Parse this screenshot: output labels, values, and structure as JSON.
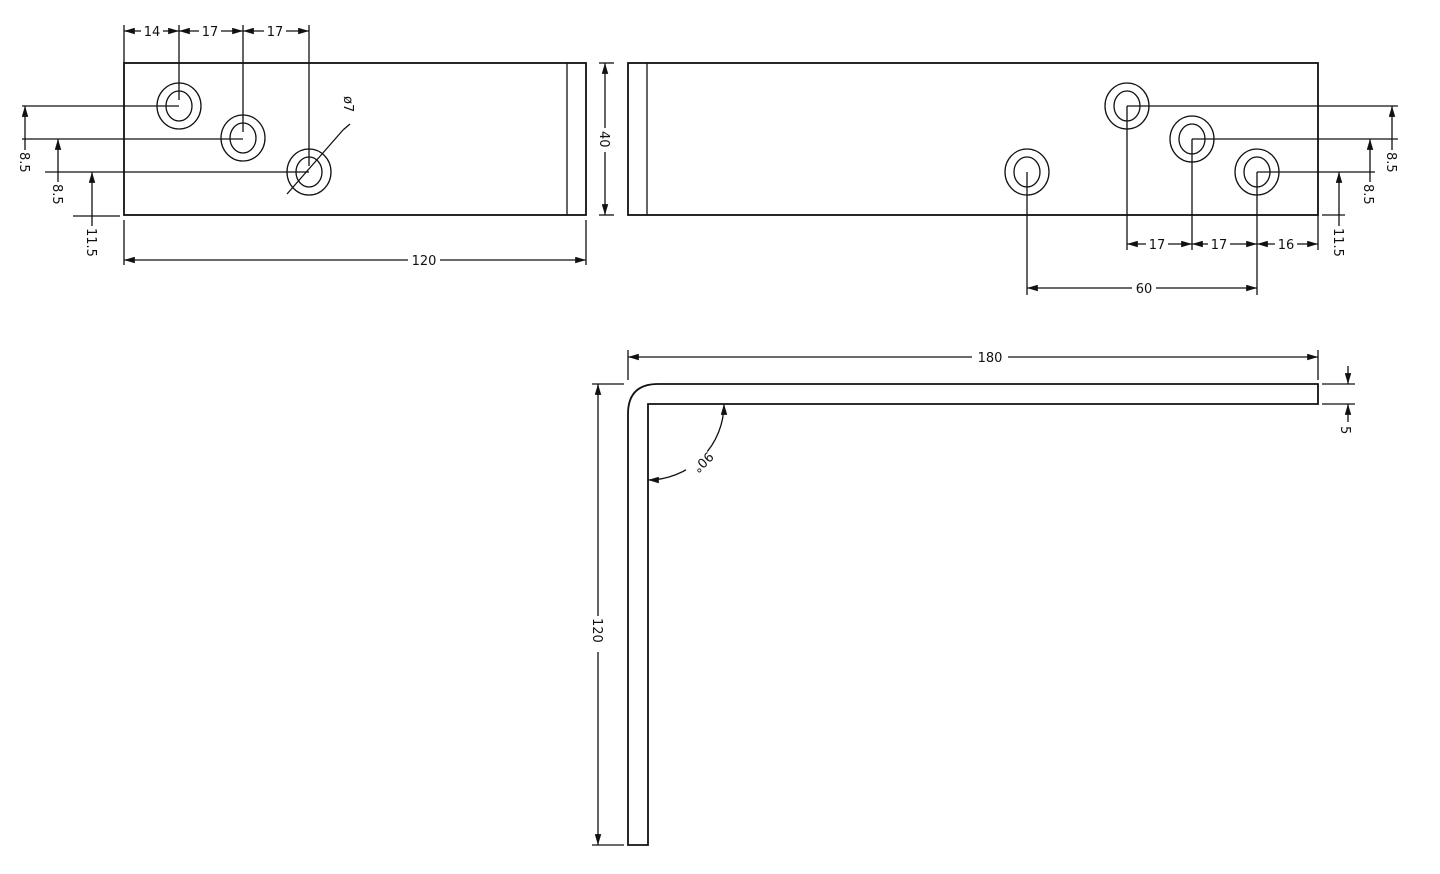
{
  "top_left_view": {
    "hole_spacing": [
      "14",
      "17",
      "17"
    ],
    "vertical_offsets": [
      "8.5",
      "8.5",
      "11.5"
    ],
    "hole_diameter": "ø7",
    "length": "120",
    "height": "40"
  },
  "top_right_view": {
    "hole_spacing": [
      "17",
      "17",
      "16"
    ],
    "vertical_offsets": [
      "8.5",
      "8.5",
      "11.5"
    ],
    "hole_distance": "60"
  },
  "side_view": {
    "length": "180",
    "height": "120",
    "thickness": "5",
    "angle": "90°"
  }
}
